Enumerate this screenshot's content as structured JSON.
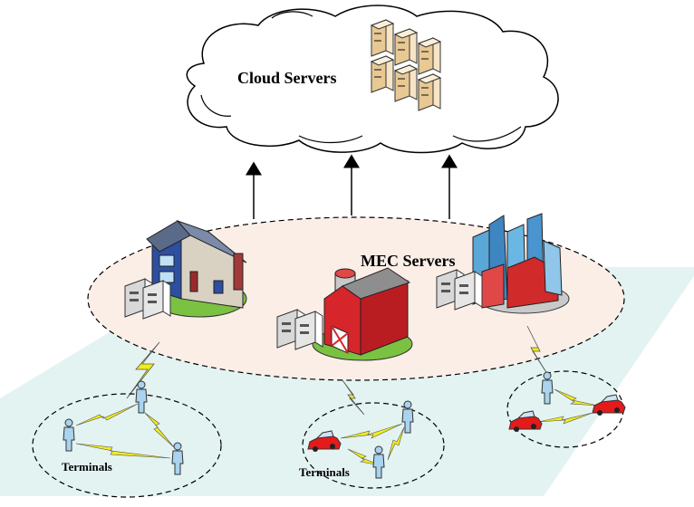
{
  "labels": {
    "cloud": "Cloud Servers",
    "mec": "MEC Servers",
    "terminals_left": "Terminals",
    "terminals_middle": "Terminals"
  },
  "colors": {
    "ground": "#e3f3f2",
    "mec_region": "#fbeee7",
    "cloud_fill": "#ffffff",
    "lightning": "#f2ec1a",
    "terminal": "#a9d3ee",
    "car": "#e51a1a",
    "server_rack": "#f0d7ad"
  }
}
